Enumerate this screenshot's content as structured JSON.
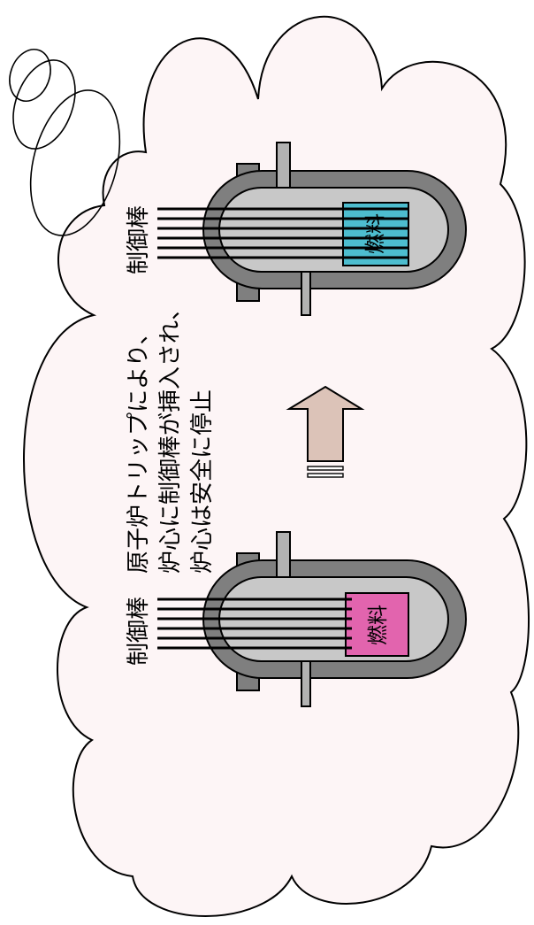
{
  "caption": {
    "line1": "原子炉トリップにより、",
    "line2": "炉心に制御棒が挿入され、",
    "line3": "炉心は安全に停止"
  },
  "reactor_after": {
    "control_rod_label": "制御棒",
    "fuel_label": "燃料"
  },
  "reactor_before": {
    "control_rod_label": "制御棒",
    "fuel_label": "燃料"
  },
  "colors": {
    "cloud_fill": "#fdf5f6",
    "vessel_shell": "#7f7f7f",
    "vessel_interior": "#c8c8c8",
    "nozzle": "#b2b2b2",
    "fuel_rods_inserted": "#4dbdcf",
    "fuel_rods_withdrawn": "#e264ae",
    "arrow_fill": "#dcc3b8"
  }
}
